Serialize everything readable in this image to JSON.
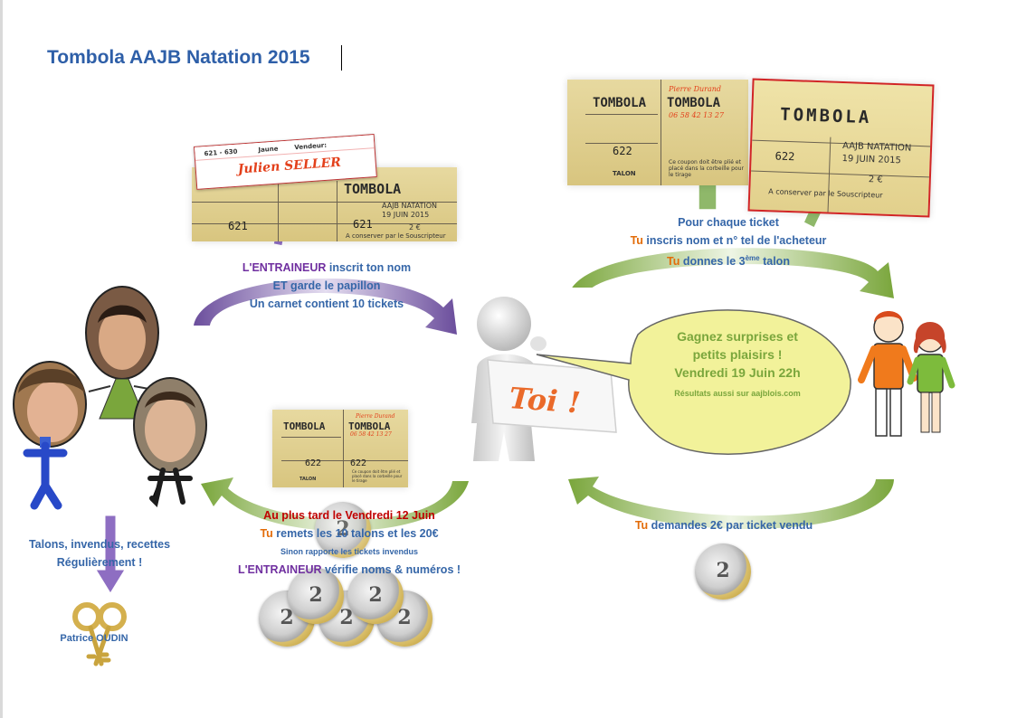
{
  "title": "Tombola AAJB Natation 2015",
  "ticket_top_left": {
    "label_range": "621 - 630",
    "label_color": "Jaune",
    "label_seller": "Vendeur:",
    "handwritten_name": "Julien SELLER",
    "brand": "TOMBOLA",
    "event": "AAJB NATATION",
    "date": "19 JUIN 2015",
    "price": "2 €",
    "number_left": "621",
    "number_right": "621",
    "footer": "A conserver par le Souscripteur"
  },
  "ticket_top_right_a": {
    "brand": "TOMBOLA",
    "handwritten_name": "Pierre Durand",
    "handwritten_phone": "06 58 42 13 27",
    "number": "622",
    "talon": "TALON",
    "note": "Ce coupon doit être plié et placé dans la corbeille pour le tirage"
  },
  "ticket_top_right_b": {
    "brand": "TOMBOLA",
    "event": "AAJB NATATION",
    "date": "19 JUIN 2015",
    "number": "622",
    "price": "2 €",
    "footer": "A conserver par le Souscripteur"
  },
  "ticket_middle": {
    "brand": "TOMBOLA",
    "handwritten_name": "Pierre Durand",
    "handwritten_phone": "06 58 42 13 27",
    "number_left": "622",
    "number_right": "622",
    "talon": "TALON",
    "note": "Ce coupon doit être plié et placé dans la corbeille pour le tirage"
  },
  "trainer_text": {
    "line1_a": "L'ENTRAINEUR",
    "line1_b": " inscrit ton nom",
    "line2": "ET garde le papillon",
    "line3": "Un carnet contient 10 tickets"
  },
  "buyer_text": {
    "line1": "Pour chaque ticket",
    "line2_a": "Tu",
    "line2_b": " inscris nom et n° tel de l'acheteur",
    "line3_a": "Tu",
    "line3_b": " donnes le 3",
    "line3_sup": "ème",
    "line3_c": " talon"
  },
  "bubble": {
    "line1": "Gagnez surprises et",
    "line2": "petits plaisirs !",
    "line3": "Vendredi 19 Juin 22h",
    "line4": "Résultats aussi sur aajblois.com"
  },
  "toi_sign": "Toi !",
  "payment_text": {
    "a": "Tu",
    "b": " demandes 2€ par ticket vendu"
  },
  "return_text": {
    "line1": "Au plus tard le Vendredi 12 Juin",
    "line2_a": "Tu",
    "line2_b": " remets les 10 talons et les 20€",
    "line3": "Sinon rapporte les tickets invendus",
    "line4_a": "L'ENTRAINEUR",
    "line4_b": " vérifie noms &  numéros !"
  },
  "treasurer_text": {
    "line1": "Talons, invendus, recettes",
    "line2": "Régulièrement !",
    "name": "Patrice OUDIN"
  },
  "coin_value": "2",
  "colors": {
    "title": "#2e5fa8",
    "body_text": "#3566a8",
    "purple": "#7030a0",
    "orange": "#e36c09",
    "red": "#c00000",
    "green": "#7aa63c",
    "bubble_fill": "#f2f29a"
  }
}
